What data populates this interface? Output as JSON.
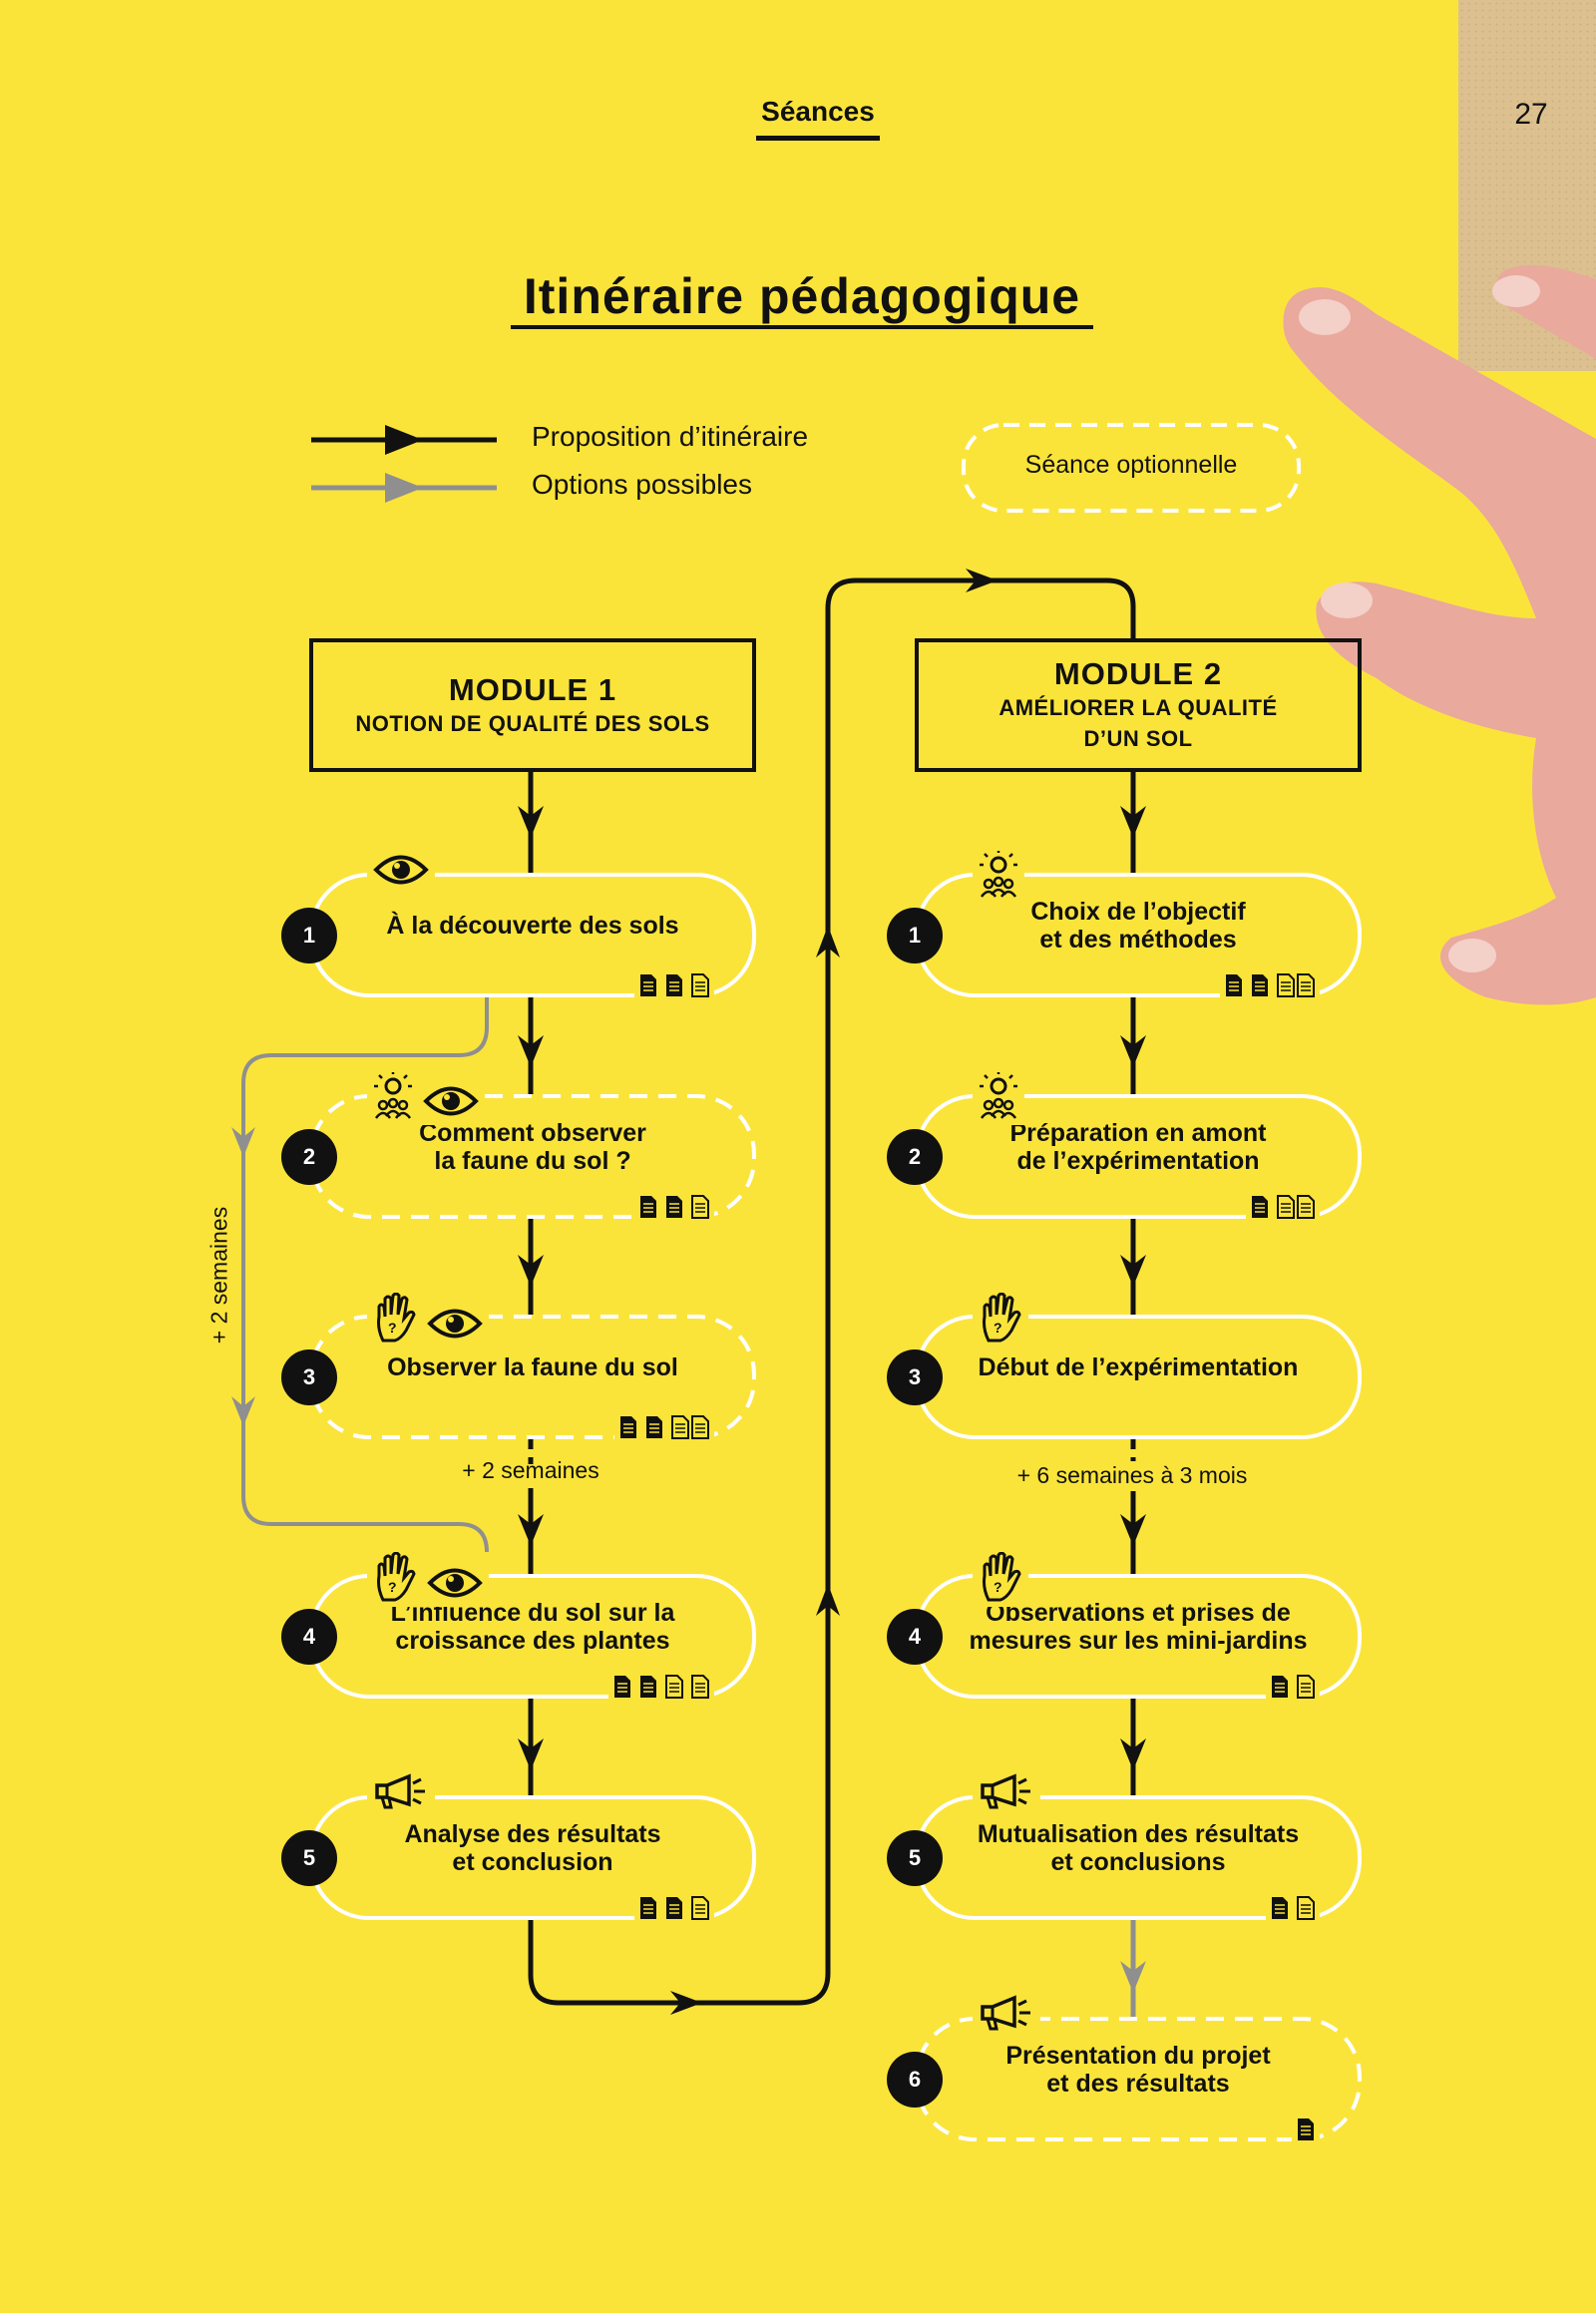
{
  "header": {
    "section": "Séances",
    "page_number": "27"
  },
  "title": "Itinéraire pédagogique",
  "legend": {
    "main_path": "Proposition d’itinéraire",
    "options": "Options possibles",
    "optional_session": "Séance optionnelle"
  },
  "modules": [
    {
      "title": "MODULE 1",
      "subtitle": [
        "NOTION DE QUALITÉ DES SOLS"
      ],
      "sessions": [
        {
          "num": "1",
          "lines": [
            "À la découverte des sols"
          ],
          "optional": false,
          "icons": [
            "eye-icon"
          ],
          "docs": [
            "doc-filled",
            "doc-filled",
            "doc-outline"
          ]
        },
        {
          "num": "2",
          "lines": [
            "Comment observer",
            "la faune du sol ?"
          ],
          "optional": true,
          "icons": [
            "lightbulb-group-icon",
            "eye-icon"
          ],
          "docs": [
            "doc-filled",
            "doc-filled",
            "doc-outline"
          ]
        },
        {
          "num": "3",
          "lines": [
            "Observer la faune du sol"
          ],
          "optional": true,
          "icons": [
            "hand-icon",
            "eye-icon"
          ],
          "docs": [
            "doc-filled",
            "doc-filled",
            "doc-outline-double"
          ]
        },
        {
          "num": "4",
          "lines": [
            "L’influence du sol sur la",
            "croissance des plantes"
          ],
          "optional": false,
          "icons": [
            "hand-icon",
            "eye-icon"
          ],
          "docs": [
            "doc-filled",
            "doc-filled",
            "doc-outline",
            "doc-outline"
          ]
        },
        {
          "num": "5",
          "lines": [
            "Analyse des résultats",
            "et conclusion"
          ],
          "optional": false,
          "icons": [
            "megaphone-icon"
          ],
          "docs": [
            "doc-filled",
            "doc-filled",
            "doc-outline"
          ]
        }
      ],
      "delays": [
        "+ 2 semaines",
        "+ 2 semaines"
      ]
    },
    {
      "title": "MODULE 2",
      "subtitle": [
        "AMÉLIORER LA QUALITÉ",
        "D’UN SOL"
      ],
      "sessions": [
        {
          "num": "1",
          "lines": [
            "Choix de l’objectif",
            "et des méthodes"
          ],
          "optional": false,
          "icons": [
            "lightbulb-group-icon"
          ],
          "docs": [
            "doc-filled",
            "doc-filled",
            "doc-outline-double"
          ]
        },
        {
          "num": "2",
          "lines": [
            "Préparation en amont",
            "de l’expérimentation"
          ],
          "optional": false,
          "icons": [
            "lightbulb-group-icon"
          ],
          "docs": [
            "doc-filled",
            "doc-outline-double"
          ]
        },
        {
          "num": "3",
          "lines": [
            "Début de l’expérimentation"
          ],
          "optional": false,
          "icons": [
            "hand-icon"
          ],
          "docs": []
        },
        {
          "num": "4",
          "lines": [
            "Observations et prises de",
            "mesures sur les mini-jardins"
          ],
          "optional": false,
          "icons": [
            "hand-icon"
          ],
          "docs": [
            "doc-filled",
            "doc-outline"
          ]
        },
        {
          "num": "5",
          "lines": [
            "Mutualisation des résultats",
            "et conclusions"
          ],
          "optional": false,
          "icons": [
            "megaphone-icon"
          ],
          "docs": [
            "doc-filled",
            "doc-outline"
          ]
        },
        {
          "num": "6",
          "lines": [
            "Présentation du projet",
            "et des résultats"
          ],
          "optional": true,
          "icons": [
            "megaphone-icon"
          ],
          "docs": [
            "doc-filled"
          ]
        }
      ],
      "delays": [
        "+ 6 semaines à 3 mois"
      ]
    }
  ],
  "colors": {
    "background": "#fbe43a",
    "ink": "#111111",
    "options_arrow": "#8f8f8f",
    "session_border": "#ffffff"
  }
}
